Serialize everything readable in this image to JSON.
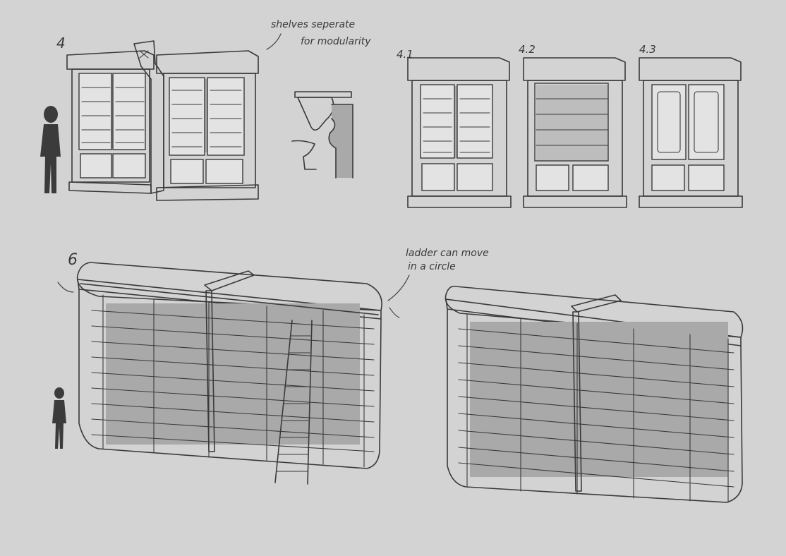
{
  "sheet": {
    "background": "#d3d3d3",
    "ink": "#3a3a3a"
  },
  "labels": {
    "concept_4": "4",
    "concept_4_1": "4.1",
    "concept_4_2": "4.2",
    "concept_4_3": "4.3",
    "concept_6": "6"
  },
  "annotations": {
    "shelves_line1": "shelves seperate",
    "shelves_line2": "for modularity",
    "ladder_line1": "ladder can move",
    "ladder_line2": "in a circle"
  }
}
